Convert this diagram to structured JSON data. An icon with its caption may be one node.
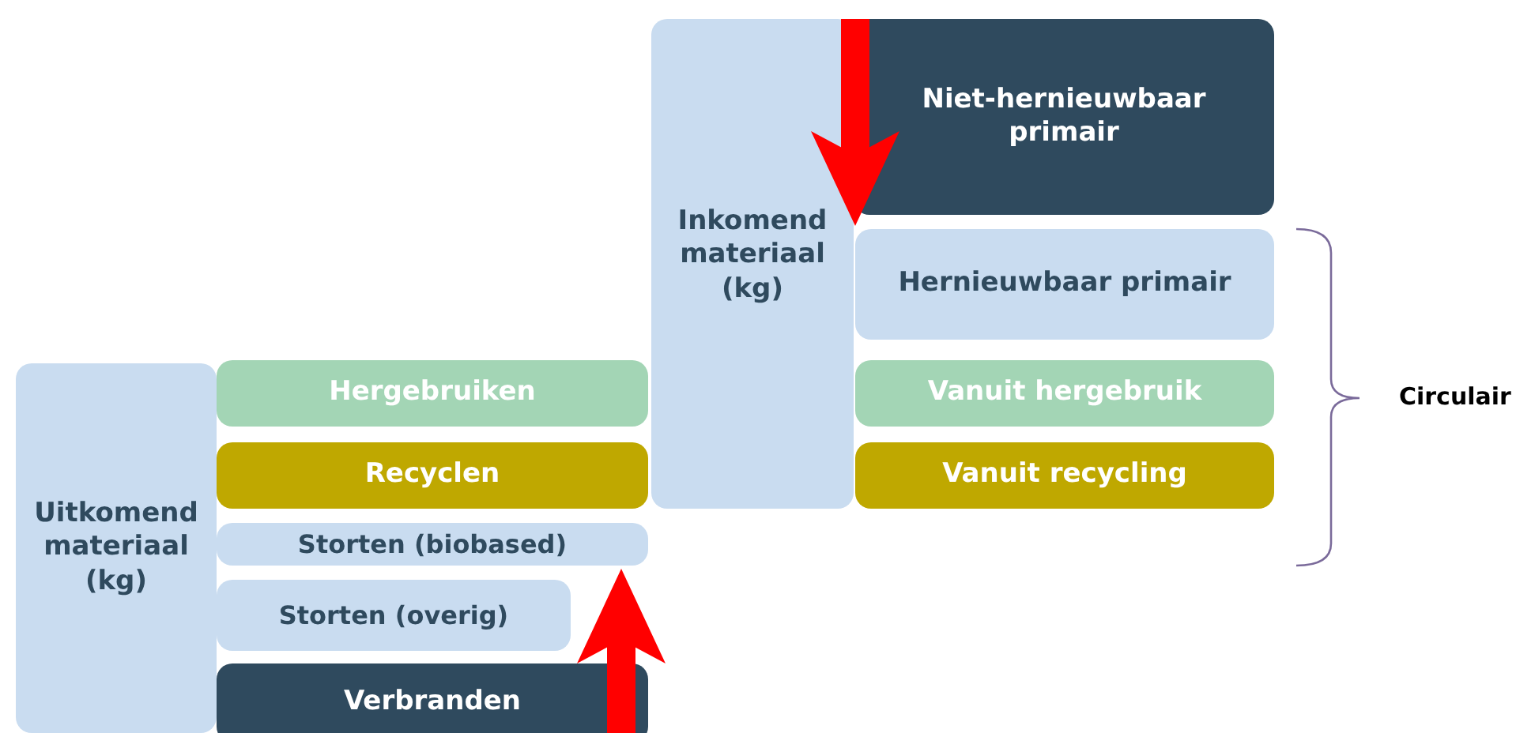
{
  "diagram": {
    "nodes": [
      {
        "text": [
          "Inkomend materiaal (kg)"
        ]
      },
      {
        "text": [
          "Niet-hernieuwbaar primair"
        ]
      },
      {
        "text": [
          "Hernieuwbaar primair"
        ]
      },
      {
        "text": [
          "Vanuit hergebruik"
        ]
      },
      {
        "text": [
          "Vanuit recycling"
        ]
      },
      {
        "text": [
          "Uitkomend materiaal (kg)"
        ]
      },
      {
        "text": [
          "Hergebruiken"
        ]
      },
      {
        "text": [
          "Recyclen"
        ]
      },
      {
        "text": [
          "Storten (biobased)"
        ]
      },
      {
        "text": [
          "Storten (overig)"
        ]
      },
      {
        "text": [
          "Verbranden"
        ]
      }
    ],
    "edges": [
      {
        "from": 1,
        "to": 2,
        "arrow": "to"
      },
      {
        "from": 10,
        "to": 8,
        "arrow": "to"
      }
    ],
    "labels": [
      "Circulair"
    ]
  }
}
